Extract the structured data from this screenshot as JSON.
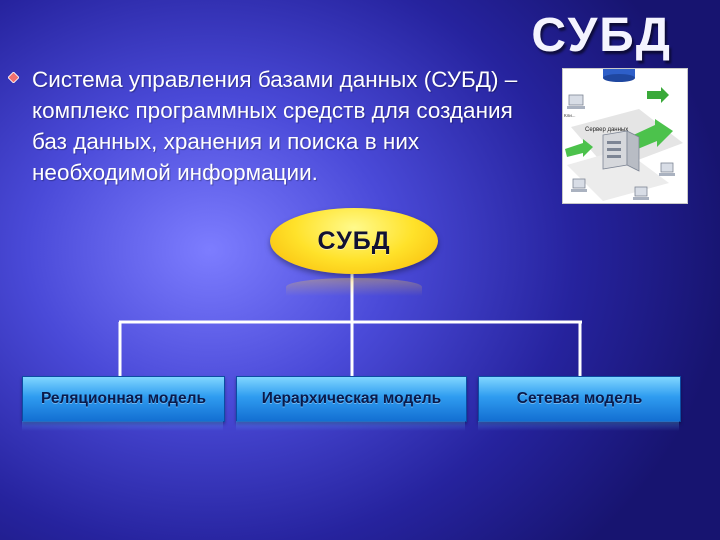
{
  "slide": {
    "title": "СУБД",
    "bullet_text": "Система управления базами данных (СУБД) – комплекс программных средств для создания баз данных, хранения и поиска в них необходимой информации."
  },
  "illustration": {
    "server_label": "Сервер данных"
  },
  "diagram": {
    "root_label": "СУБД",
    "children": [
      {
        "label": "Реляционная модель"
      },
      {
        "label": "Иерархическая модель"
      },
      {
        "label": "Сетевая модель"
      }
    ]
  },
  "colors": {
    "root_fill": "#ffe22a",
    "child_fill": "#2f9cf0",
    "connector": "#ffffff",
    "bullet": "#f07070"
  }
}
